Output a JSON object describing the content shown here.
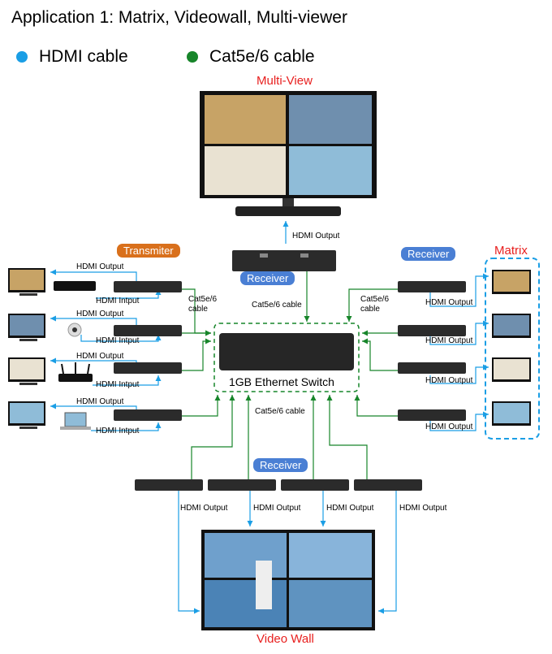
{
  "header": {
    "title": "Application 1: Matrix, Videowall, Multi-viewer"
  },
  "legend": [
    {
      "label": "HDMI cable",
      "color": "#1a9ee5"
    },
    {
      "label": "Cat5e/6 cable",
      "color": "#17852a"
    }
  ],
  "colors": {
    "hdmi": "#1a9ee5",
    "cat": "#17852a",
    "accent_red": "#e8201f",
    "pill_blue": "#4a7fd4",
    "pill_orange": "#d9701c"
  },
  "labels": {
    "multi_view": "Multi-View",
    "video_wall": "Video Wall",
    "matrix": "Matrix",
    "transmitter": "Transmiter",
    "receiver": "Receiver",
    "switch": "1GB Ethernet Switch",
    "hdmi_output": "HDMI Output",
    "hdmi_input": "HDMI Intput",
    "cat_cable": "Cat5e/6 cable",
    "cat_line1": "Cat5e/6",
    "cat_line2": "cable"
  },
  "sources": [
    "blu-ray-player-icon",
    "dome-camera-icon",
    "wifi-router-icon",
    "laptop-icon"
  ]
}
